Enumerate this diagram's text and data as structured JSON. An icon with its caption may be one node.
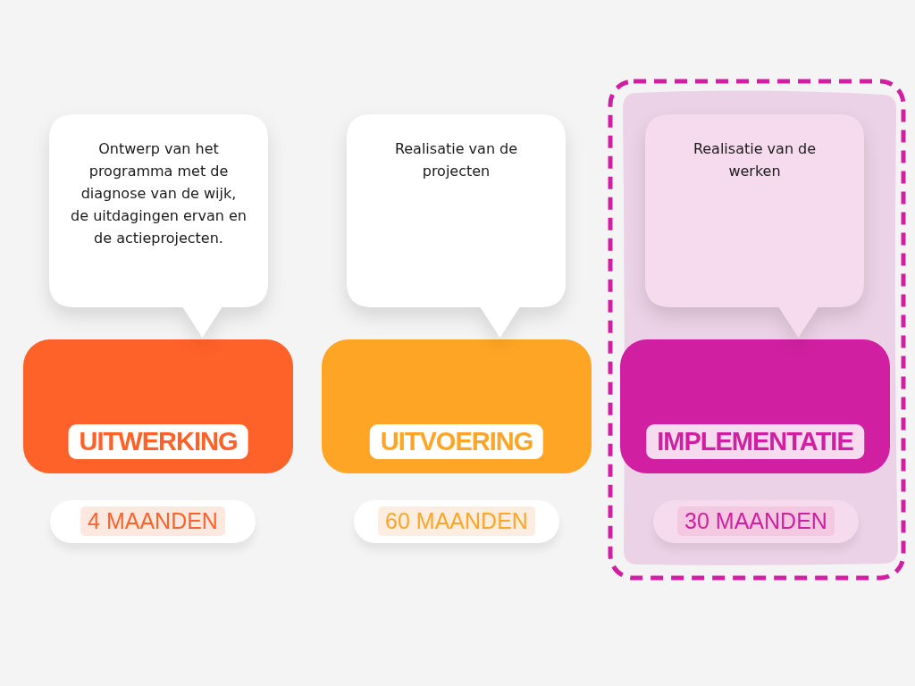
{
  "diagram": {
    "nodes": [
      {
        "text": [
          "Ontwerp van het programma met de diagnose van de wijk, de uitdagingen ervan en de actieprojecten."
        ]
      },
      {
        "text": [
          "UITWERKING"
        ],
        "beside": [
          "4 MAANDEN"
        ]
      },
      {
        "text": [
          "Realisatie van de projecten"
        ]
      },
      {
        "text": [
          "UITVOERING"
        ],
        "beside": [
          "60 MAANDEN"
        ]
      },
      {
        "text": [
          "Realisatie van de werken"
        ]
      },
      {
        "text": [
          "IMPLEMENTATIE"
        ],
        "beside": [
          "30 MAANDEN"
        ]
      }
    ]
  }
}
